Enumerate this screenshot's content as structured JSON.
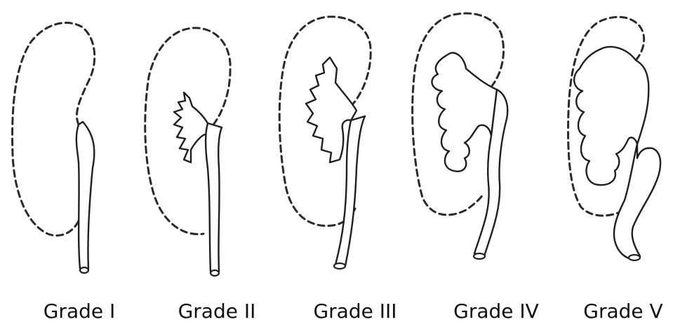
{
  "figure": {
    "grades": [
      {
        "label": "Grade I"
      },
      {
        "label": "Grade II"
      },
      {
        "label": "Grade III"
      },
      {
        "label": "Grade IV"
      },
      {
        "label": "Grade V"
      }
    ],
    "colors": {
      "ink": "#1f1f1f",
      "background": "#ffffff"
    }
  }
}
